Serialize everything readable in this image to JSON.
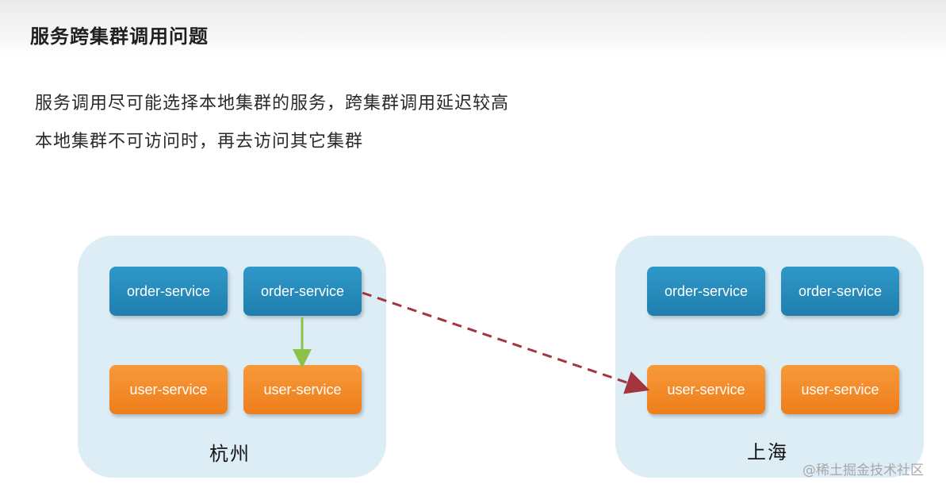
{
  "title": "服务跨集群调用问题",
  "text_lines": [
    "服务调用尽可能选择本地集群的服务，跨集群调用延迟较高",
    "本地集群不可访问时，再去访问其它集群"
  ],
  "clusters": [
    {
      "label": "杭州",
      "services": [
        "order-service",
        "order-service",
        "user-service",
        "user-service"
      ]
    },
    {
      "label": "上海",
      "services": [
        "order-service",
        "order-service",
        "user-service",
        "user-service"
      ]
    }
  ],
  "watermark": "@稀土掘金技术社区",
  "colors": {
    "cluster_bg": "#dcedf6",
    "order_service": "#2a8fc0",
    "user_service": "#f28a2a",
    "local_call_arrow": "#8dc24a",
    "cross_cluster_arrow": "#a3353f"
  }
}
